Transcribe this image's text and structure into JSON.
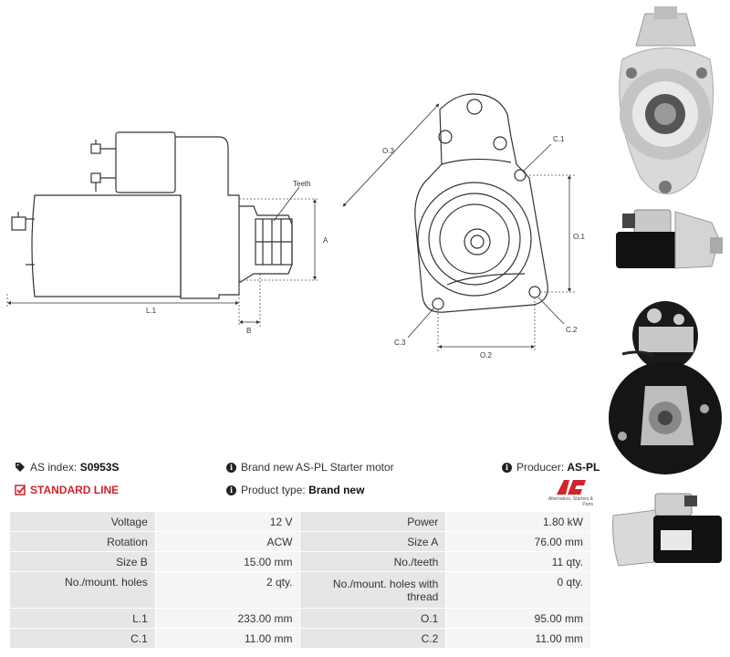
{
  "drawing": {
    "labels": {
      "teeth": "Teeth",
      "a": "A",
      "b": "B",
      "l1": "L.1",
      "o3": "O.3",
      "c1": "C.1",
      "o1": "O.1",
      "c2": "C.2",
      "c3": "C.3",
      "o2": "O.2"
    }
  },
  "info": {
    "as_index_label": "AS index:",
    "as_index_value": "S0953S",
    "description": "Brand new AS-PL Starter motor",
    "producer_label": "Producer:",
    "producer_value": "AS-PL",
    "line": "STANDARD LINE",
    "product_type_label": "Product type:",
    "product_type_value": "Brand new",
    "logo_text": "AS",
    "logo_subtext": "Alternators, Starters & Parts"
  },
  "specs": [
    [
      "Voltage",
      "12 V",
      "Power",
      "1.80 kW"
    ],
    [
      "Rotation",
      "ACW",
      "Size A",
      "76.00 mm"
    ],
    [
      "Size B",
      "15.00 mm",
      "No./teeth",
      "11 qty."
    ],
    [
      "No./mount. holes",
      "2 qty.",
      "No./mount. holes with thread",
      "0 qty."
    ],
    [
      "L.1",
      "233.00 mm",
      "O.1",
      "95.00 mm"
    ],
    [
      "C.1",
      "11.00 mm",
      "C.2",
      "11.00 mm"
    ]
  ],
  "colors": {
    "accent_red": "#d2232a",
    "label_cell": "#e6e6e6",
    "value_cell": "#f5f5f5"
  }
}
